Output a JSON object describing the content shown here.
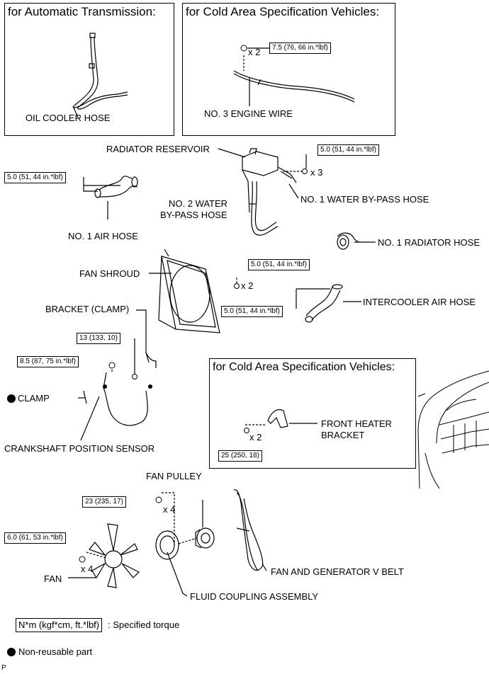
{
  "panel_auto_trans": {
    "title": "for Automatic Transmission:",
    "label": "OIL COOLER HOSE"
  },
  "panel_cold_top": {
    "title": "for Cold Area Specification Vehicles:",
    "torque": "7.5 (76, 66 in.*lbf)",
    "qty": "x 2",
    "label": "NO. 3 ENGINE WIRE"
  },
  "radiator_reservoir": {
    "label": "RADIATOR RESERVOIR",
    "torque": "5.0 (51, 44 in.*lbf)",
    "qty": "x 3"
  },
  "no1_water_bypass_hose": "NO. 1 WATER BY-PASS HOSE",
  "no2_water_bypass_hose": [
    "NO. 2 WATER",
    "BY-PASS HOSE"
  ],
  "no1_air_hose": {
    "label": "NO. 1 AIR HOSE",
    "torque": "5.0 (51, 44 in.*lbf)"
  },
  "no1_radiator_hose": "NO. 1 RADIATOR HOSE",
  "fan_shroud": {
    "label": "FAN SHROUD",
    "torque": "5.0 (51, 44 in.*lbf)",
    "qty": "x 2"
  },
  "intercooler_air_hose": {
    "label": "INTERCOOLER AIR HOSE",
    "torque": "5.0 (51, 44 in.*lbf)"
  },
  "bracket_clamp": {
    "label": "BRACKET (CLAMP)",
    "torque": "13 (133, 10)"
  },
  "crankshaft_sensor": {
    "label": "CRANKSHAFT POSITION SENSOR",
    "torque": "8.5 (87, 75 in.*lbf)"
  },
  "clamp": "CLAMP",
  "panel_cold_bottom": {
    "title": "for Cold Area Specification Vehicles:",
    "label": [
      "FRONT HEATER",
      "BRACKET"
    ],
    "torque": "25 (250, 18)",
    "qty": "x 2"
  },
  "fan_pulley": {
    "label": "FAN PULLEY",
    "torque": "23 (235, 17)",
    "qty": "x 4"
  },
  "fan": {
    "label": "FAN",
    "torque": "6.0 (61, 53 in.*lbf)",
    "qty": "x 4"
  },
  "fluid_coupling": "FLUID COUPLING ASSEMBLY",
  "v_belt": "FAN AND GENERATOR V BELT",
  "legend": {
    "torque_box": "N*m (kgf*cm, ft.*lbf)",
    "torque_text": ": Specified torque",
    "nonreusable": "Non-reusable part"
  },
  "corner_mark": "P"
}
